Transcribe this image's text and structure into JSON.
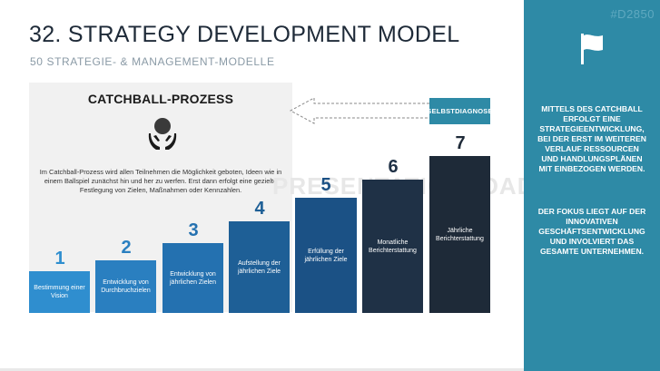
{
  "header": {
    "title": "32. STRATEGY DEVELOPMENT MODEL",
    "subtitle": "50 STRATEGIE- & MANAGEMENT-MODELLE"
  },
  "panel": {
    "title": "CATCHBALL-PROZESS",
    "icon": "hands-holding-ball-icon",
    "text": "Im Catchball-Prozess wird allen Teilnehmen die Möglichkeit geboten, Ideen wie in einem Ballspiel zunächst hin und her zu werfen. Erst dann erfolgt eine gezielte Festlegung von Zielen, Maßnahmen oder Kennzahlen."
  },
  "feedback": {
    "label": "SELBSTDIAGNOSE",
    "icon": "dashed-arrow-left-icon"
  },
  "watermark": "PRESENTATIONLOAD",
  "steps": [
    {
      "number": "1",
      "label": "Bestimmung einer Vision",
      "color": "#2f8ecf"
    },
    {
      "number": "2",
      "label": "Entwicklung von Durchbruchzielen",
      "color": "#2a7fc0"
    },
    {
      "number": "3",
      "label": "Entwicklung von jährlichen Zielen",
      "color": "#2471b0"
    },
    {
      "number": "4",
      "label": "Aufstellung der jährlichen Ziele",
      "color": "#1e5f96"
    },
    {
      "number": "5",
      "label": "Erfüllung der jährlichen Ziele",
      "color": "#1b5185"
    },
    {
      "number": "6",
      "label": "Monatliche Berichterstattung",
      "color": "#1f3146"
    },
    {
      "number": "7",
      "label": "Jährliche Berichterstattung",
      "color": "#1e2a38"
    }
  ],
  "sidebar": {
    "code": "#D2850",
    "icon": "flag-icon",
    "text1": "MITTELS DES CATCHBALL ERFOLGT EINE STRATEGIEENTWICKLUNG, BEI DER ERST IM WEITEREN VERLAUF RESSOURCEN UND HANDLUNGSPLÄNEN MIT EINBEZOGEN WERDEN.",
    "text2": "DER FOKUS LIEGT AUF DER INNOVATIVEN GESCHÄFTSENTWICKLUNG UND INVOLVIERT DAS GESAMTE UNTERNEHMEN."
  }
}
